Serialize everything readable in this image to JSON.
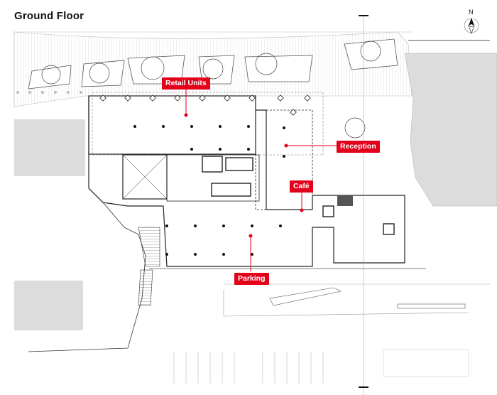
{
  "title": "Ground Floor",
  "north": "N",
  "accent": "#e3001b",
  "labels": {
    "retail": "Retail Units",
    "reception": "Reception",
    "cafe": "Café",
    "parking": "Parking"
  }
}
